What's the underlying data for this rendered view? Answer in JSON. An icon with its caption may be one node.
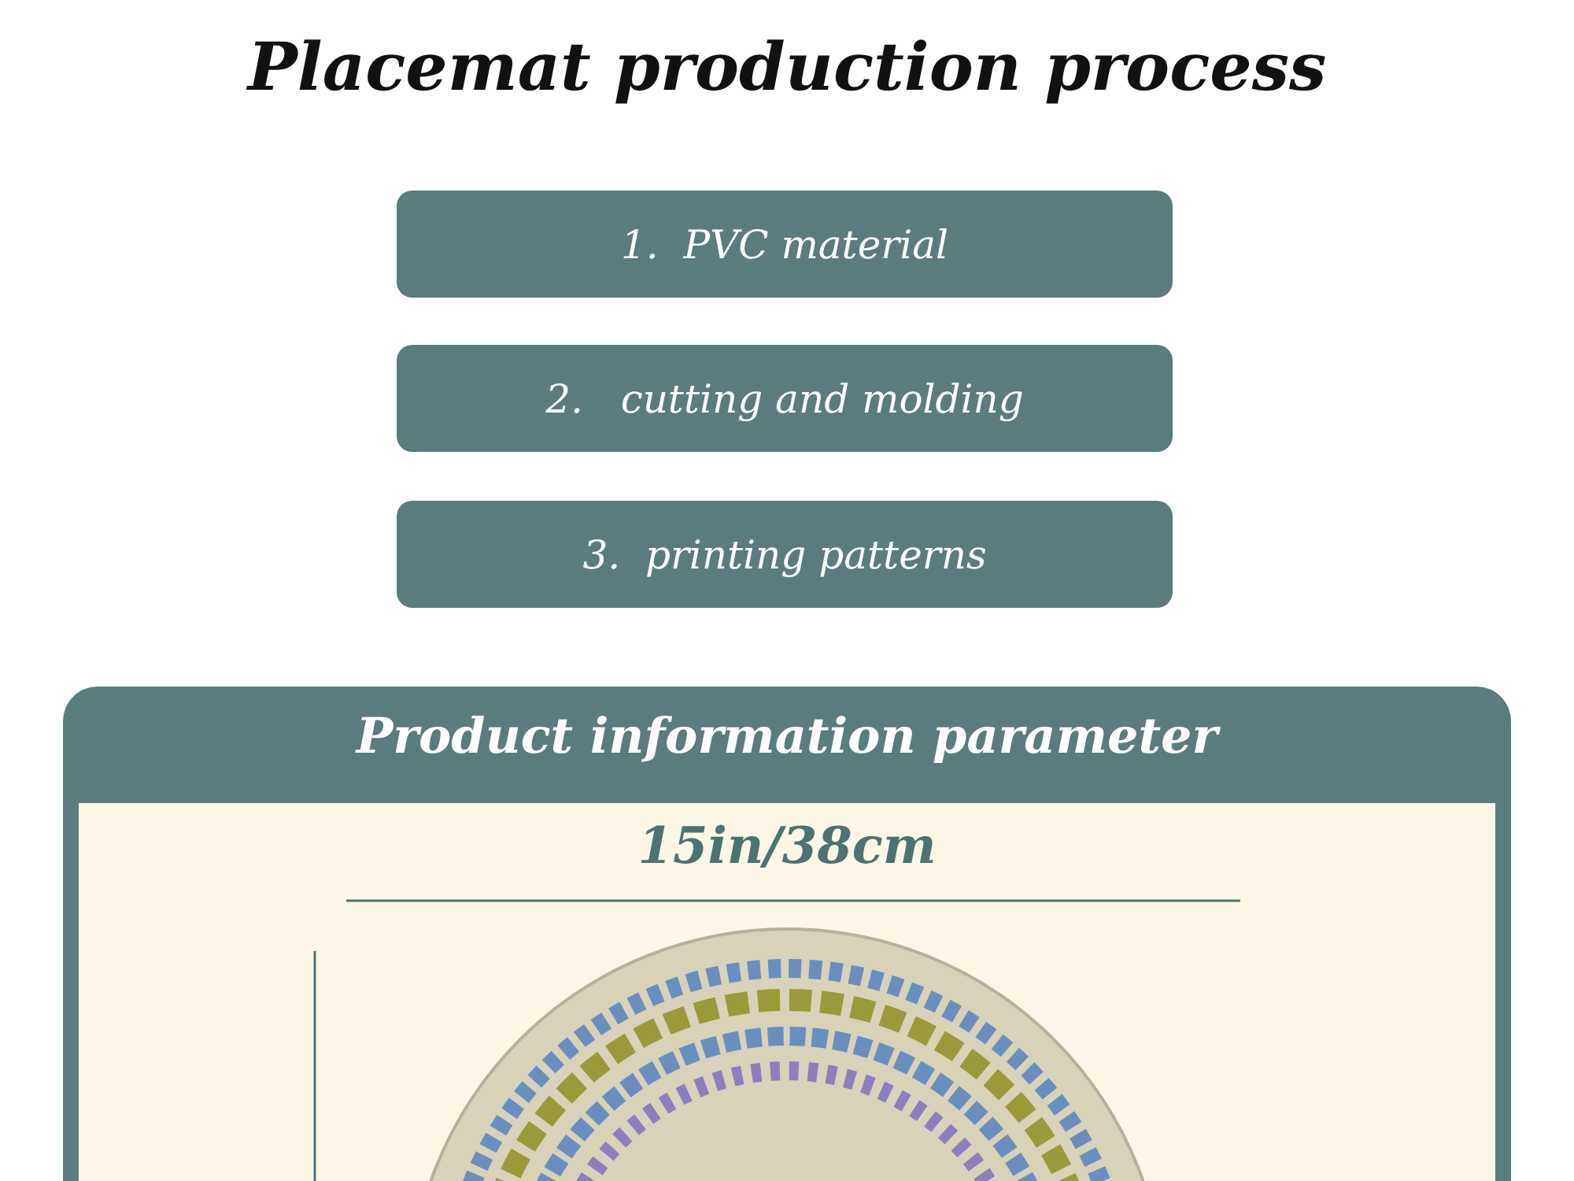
{
  "diagram": {
    "title": "Placemat production process",
    "nodes": [
      {
        "text": [
          "1.  PVC material"
        ]
      },
      {
        "text": [
          "2.   cutting and molding"
        ]
      },
      {
        "text": [
          "3.  printing patterns"
        ]
      },
      {
        "text": [
          "Product information parameter"
        ]
      }
    ],
    "labels": [
      "15in/38cm"
    ]
  }
}
